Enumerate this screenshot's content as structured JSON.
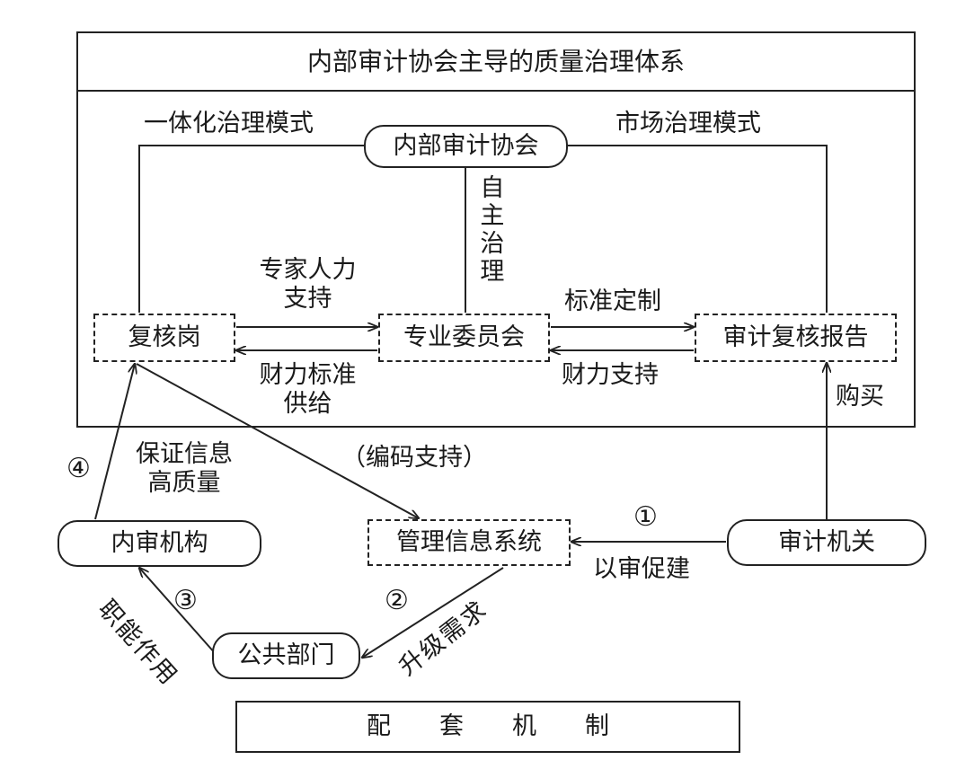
{
  "title": "内部审计协会主导的质量治理体系",
  "nodes": {
    "association": "内部审计协会",
    "review_post": "复核岗",
    "committee": "专业委员会",
    "audit_report": "审计复核报告",
    "internal_audit_org": "内审机构",
    "mis": "管理信息系统",
    "audit_authority": "审计机关",
    "public_dept": "公共部门"
  },
  "labels": {
    "integrated_mode": "一体化治理模式",
    "market_mode": "市场治理模式",
    "self_governance": "自主治理",
    "expert_support_1": "专家人力",
    "expert_support_2": "支持",
    "standard_custom": "标准定制",
    "finance_std_1": "财力标准",
    "finance_std_2": "供给",
    "finance_support": "财力支持",
    "purchase": "购买",
    "coding_support": "（编码支持）",
    "quality_info_1": "保证信息",
    "quality_info_2": "高质量",
    "promote": "以审促建",
    "upgrade": "升级需求",
    "function_role": "职能作用"
  },
  "steps": {
    "one": "①",
    "two": "②",
    "three": "③",
    "four": "④"
  },
  "footer": "配　　套　　机　　制"
}
